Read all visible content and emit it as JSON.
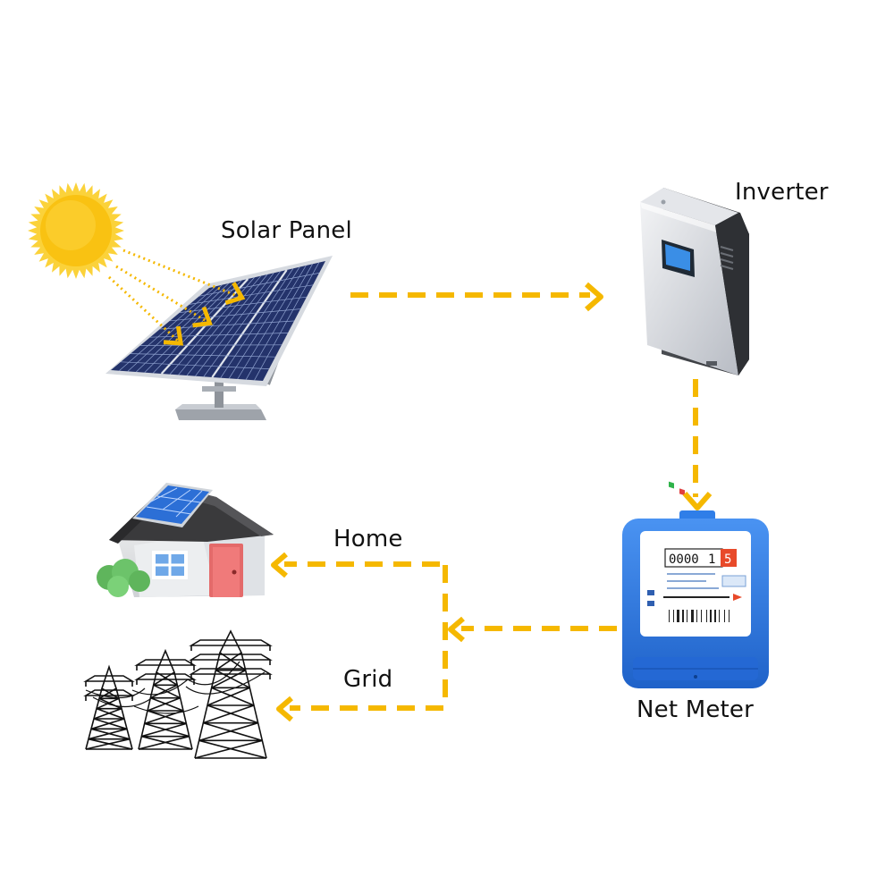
{
  "labels": {
    "solar_panel": "Solar Panel",
    "inverter": "Inverter",
    "home": "Home",
    "grid": "Grid",
    "net_meter": "Net Meter"
  },
  "meter": {
    "digits": "0000",
    "digit_last": "1",
    "digit_highlight": "5"
  },
  "colors": {
    "flow_arrow": "#f5b800",
    "sun": "#f9c212",
    "meter_body": "#2f7ee8",
    "panel_cell": "#26346e",
    "roof": "#3c3c3c",
    "door": "#e46a6a",
    "bush": "#6cc36a"
  },
  "icons": [
    "sun-icon",
    "solar-panel-icon",
    "inverter-icon",
    "net-meter-icon",
    "house-icon",
    "power-tower-icon",
    "arrow-icon"
  ]
}
